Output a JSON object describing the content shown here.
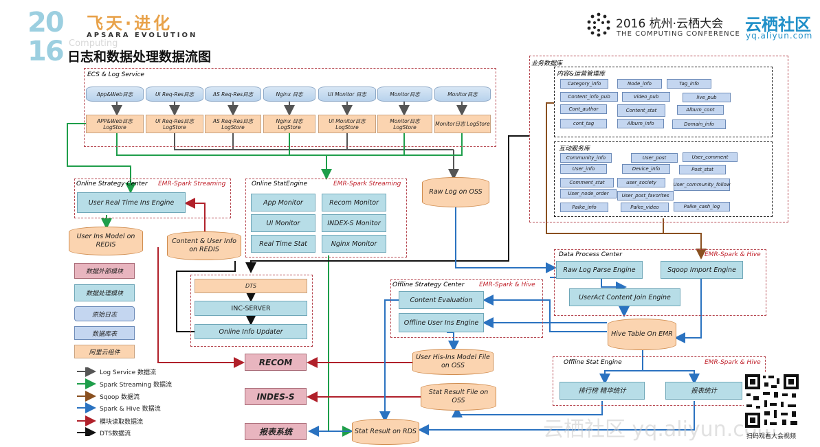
{
  "header": {
    "logo_year_top": "20",
    "logo_year_bottom": "16",
    "logo_cn": "飞天·进化",
    "logo_en": "APSARA EVOLUTION",
    "logo_watermark": "Computing",
    "title": "日志和数据处理数据流图",
    "conf_cn": "2016 杭州·云栖大会",
    "conf_en": "THE COMPUTING CONFERENCE",
    "brand_cn": "云栖社区",
    "brand_url": "yq.aliyun.com"
  },
  "ecs": {
    "region_label": "ECS & Log Service",
    "sources": [
      "App&Web日志",
      "UI Req-Res日志",
      "AS Req-Res日志",
      "Nginx 日志",
      "UI Monitor 日志",
      "Monitor日志",
      "Monitor日志"
    ],
    "logstores": [
      "APP&Web日志 LogStore",
      "UI Req-Res日志 LogStore",
      "AS Req-Res日志 LogStore",
      "Nginx 日志 LogStore",
      "UI Monitor日志LogStore",
      "Monitor日志 LogStore",
      "Monitor日志 LogStore"
    ]
  },
  "biz_db": {
    "label": "业务数据库",
    "content": {
      "label": "内容&运营管理库",
      "tables": [
        "Category_info",
        "Node_info",
        "Tag_info",
        "Content_info_pub",
        "Video_pub",
        "live_pub",
        "Cont_author",
        "Content_stat",
        "Album_cont",
        "cont_tag",
        "Album_info",
        "Domain_info"
      ]
    },
    "interact": {
      "label": "互动服务库",
      "tables": [
        "Community_info",
        "User_post",
        "User_comment",
        "User_info",
        "Device_info",
        "Post_stat",
        "Comment_stat",
        "user_society",
        "User_community_follow",
        "User_node_order",
        "User_post_favorites",
        "Paike_info",
        "Paike_video",
        "Paike_cash_log"
      ]
    }
  },
  "online_strategy": {
    "label": "Online Strategy Center",
    "tag": "EMR-Spark Streaming",
    "engine": "User Real Time Ins Engine"
  },
  "redis_model": "User Ins Model on REDIS",
  "redis_content": "Content & User Info on REDIS",
  "online_stat": {
    "label": "Online StatEngine",
    "tag": "EMR-Spark Streaming",
    "items": [
      "App Monitor",
      "Recom Monitor",
      "UI Monitor",
      "INDEX-S Monitor",
      "Real Time Stat",
      "Nginx Monitor"
    ]
  },
  "raw_log_oss": "Raw Log on OSS",
  "data_process": {
    "label": "Data Process Center",
    "tag": "EMR-Spark & Hive",
    "raw_parse": "Raw Log Parse Engine",
    "sqoop": "Sqoop Import Engine",
    "join": "UserAct Content Join Engine"
  },
  "hive_table": "Hive Table On EMR",
  "offline_strategy": {
    "label": "Offline Strategy Center",
    "tag": "EMR-Spark & Hive",
    "content_eval": "Content Evaluation",
    "user_ins": "Offline User Ins Engine"
  },
  "dts_block": {
    "dts": "DTS",
    "inc_server": "INC-SERVER",
    "updater": "Online Info Updater"
  },
  "user_hisins": "User His-Ins Model File on OSS",
  "stat_result_oss": "Stat Result File on OSS",
  "stat_result_rds": "Stat Result on RDS",
  "offline_stat": {
    "label": "Offline Stat Engine",
    "tag": "EMR-Spark & Hive",
    "rank": "排行榜 精华统计",
    "report": "报表统计"
  },
  "systems": [
    "RECOM",
    "INDES-S",
    "报表系统"
  ],
  "legend_boxes": [
    {
      "label": "数据外部模块",
      "color": "#e8b5bf"
    },
    {
      "label": "数据处理模块",
      "color": "#b7dde7"
    },
    {
      "label": "原始日志",
      "color": "#c4d6f0"
    },
    {
      "label": "数据库表",
      "color": "#c4d6f0"
    },
    {
      "label": "阿里云组件",
      "color": "#fbd4b0"
    }
  ],
  "legend_lines": [
    {
      "label": "Log Service 数据流",
      "color": "#555555"
    },
    {
      "label": "Spark Streaming 数据流",
      "color": "#1e9e4a"
    },
    {
      "label": "Sqoop 数据流",
      "color": "#8a5020"
    },
    {
      "label": "Spark & Hive 数据流",
      "color": "#2a72c0"
    },
    {
      "label": "模块读取数据流",
      "color": "#b0202a"
    },
    {
      "label": "DTS数据流",
      "color": "#111111"
    }
  ],
  "qr_caption": "扫码观看大会视频",
  "watermark": "云栖社区 yq.aliyun.com"
}
